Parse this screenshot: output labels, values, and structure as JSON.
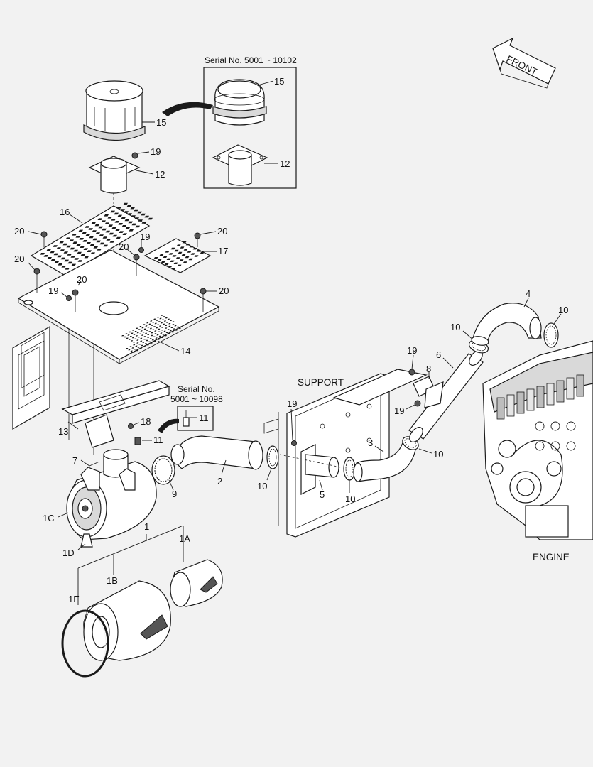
{
  "front_label": "FRONT",
  "support_label": "SUPPORT",
  "engine_label": "ENGINE",
  "inset_15_serial": "Serial No.  5001 ~ 10102",
  "inset_11_serial_line1": "Serial No.",
  "inset_11_serial_line2": "5001 ~ 10098",
  "callouts": {
    "c15a": "15",
    "c19a": "19",
    "c12a": "12",
    "c15b": "15",
    "c12b": "12",
    "c16": "16",
    "c20a": "20",
    "c20b": "20",
    "c20c": "20",
    "c20d": "20",
    "c20e": "20",
    "c20f": "20",
    "c19b": "19",
    "c19c": "19",
    "c17": "17",
    "c14": "14",
    "c13": "13",
    "c18": "18",
    "c11a": "11",
    "c11b": "11",
    "c7": "7",
    "c9": "9",
    "c2": "2",
    "c1c": "1C",
    "c1": "1",
    "c1d": "1D",
    "c1a": "1A",
    "c1b": "1B",
    "c1e": "1E",
    "c10a": "10",
    "c10b": "10",
    "c10c": "10",
    "c10d": "10",
    "c10e": "10",
    "c19d": "19",
    "c19e": "19",
    "c19f": "19",
    "c5": "5",
    "c3": "3",
    "c8": "8",
    "c6": "6",
    "c4": "4"
  }
}
